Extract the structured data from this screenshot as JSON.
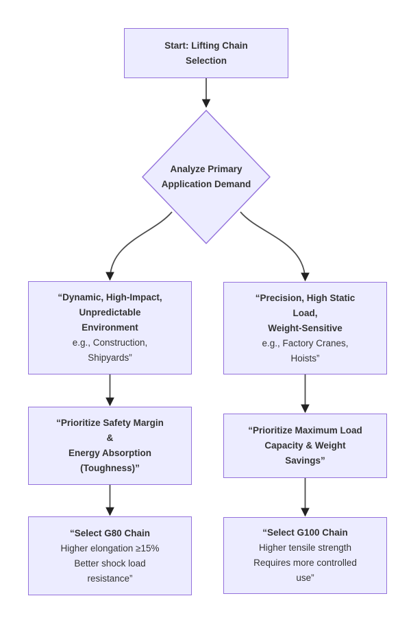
{
  "diagram": {
    "type": "flowchart",
    "colors": {
      "node_fill": "#ECECFF",
      "node_border": "#9370DB",
      "edge_color": "#4d4d4d",
      "arrowhead_color": "#222222",
      "text_color": "#333333",
      "background": "#ffffff"
    },
    "nodes": {
      "start": {
        "bold_lines": [
          "Start: Lifting Chain",
          "Selection"
        ],
        "normal_lines": []
      },
      "decision": {
        "bold_lines": [
          "Analyze Primary",
          "Application Demand"
        ],
        "normal_lines": []
      },
      "left1": {
        "bold_lines": [
          "“Dynamic, High-Impact,",
          "Unpredictable",
          "Environment"
        ],
        "normal_lines": [
          "e.g., Construction,",
          "Shipyards”"
        ]
      },
      "right1": {
        "bold_lines": [
          "“Precision, High Static",
          "Load,",
          "Weight-Sensitive"
        ],
        "normal_lines": [
          "e.g., Factory Cranes,",
          "Hoists”"
        ]
      },
      "left2": {
        "bold_lines": [
          "“Prioritize Safety Margin",
          "&",
          "Energy Absorption",
          "(Toughness)”"
        ],
        "normal_lines": []
      },
      "right2": {
        "bold_lines": [
          "“Prioritize Maximum Load",
          "Capacity & Weight",
          "Savings”"
        ],
        "normal_lines": []
      },
      "left3": {
        "bold_lines": [
          "“Select G80 Chain"
        ],
        "normal_lines": [
          "Higher elongation ≥15%",
          "Better shock load",
          "resistance”"
        ]
      },
      "right3": {
        "bold_lines": [
          "“Select G100 Chain"
        ],
        "normal_lines": [
          "Higher tensile strength",
          "Requires more controlled",
          "use”"
        ]
      }
    },
    "edges": [
      {
        "from": "start",
        "to": "decision"
      },
      {
        "from": "decision",
        "to": "left1"
      },
      {
        "from": "decision",
        "to": "right1"
      },
      {
        "from": "left1",
        "to": "left2"
      },
      {
        "from": "right1",
        "to": "right2"
      },
      {
        "from": "left2",
        "to": "left3"
      },
      {
        "from": "right2",
        "to": "right3"
      }
    ]
  }
}
